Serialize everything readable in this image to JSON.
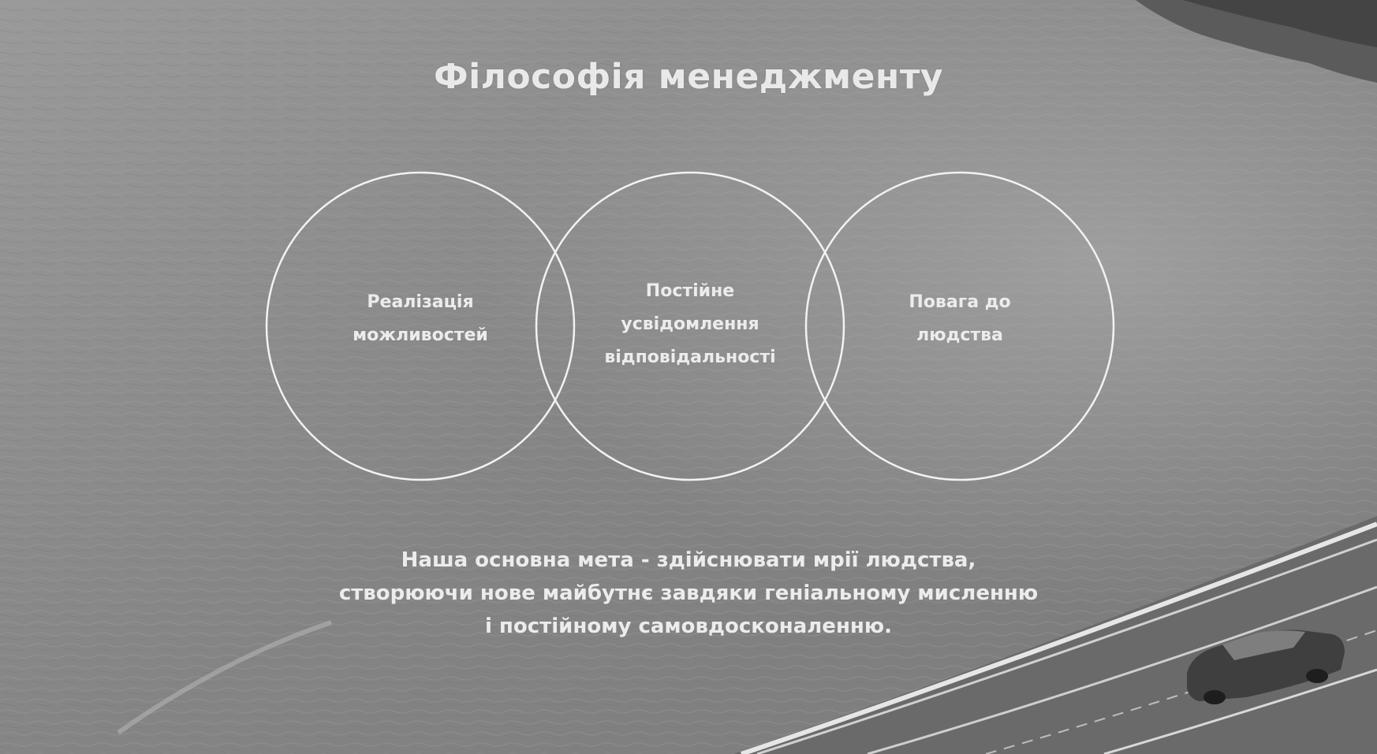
{
  "title": "Філософія менеджменту",
  "circles": [
    {
      "label": "Реалізація\nможливостей"
    },
    {
      "label": "Постійне\nусвідомлення\nвідповідальності"
    },
    {
      "label": "Повага до\nлюдства"
    }
  ],
  "goal_text": "Наша основна мета - здійснювати мрії людства,\nстворюючи нове майбутнє завдяки геніальному мисленню\nі постійному самовдосконаленню.",
  "colors": {
    "text": "#ececec",
    "circle_stroke": "#f2f2f2",
    "water": "#8c8c8c"
  }
}
